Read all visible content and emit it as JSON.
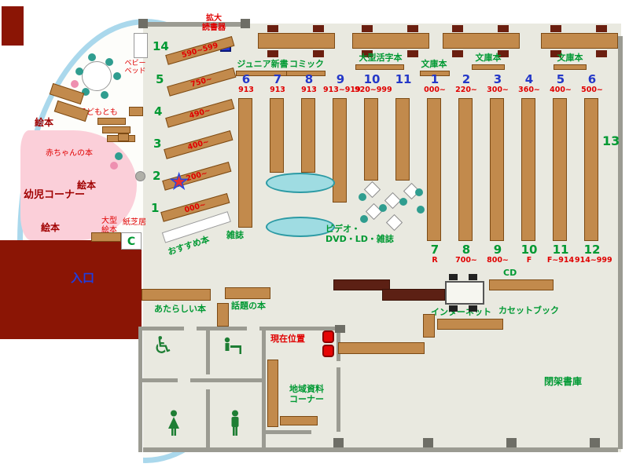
{
  "headers": [
    "ジュニア新書",
    "コミック",
    "大型活字本",
    "文庫本",
    "文庫本",
    "文庫本"
  ],
  "groupA": [
    {
      "no": "6",
      "range": "913"
    },
    {
      "no": "7",
      "range": "913"
    },
    {
      "no": "8",
      "range": "913"
    },
    {
      "no": "9",
      "range": "913~919"
    },
    {
      "no": "10",
      "range": "920~999"
    },
    {
      "no": "11",
      "range": ""
    }
  ],
  "groupB_top": [
    {
      "no": "1",
      "range": "000~"
    },
    {
      "no": "2",
      "range": "220~"
    },
    {
      "no": "3",
      "range": "300~"
    },
    {
      "no": "4",
      "range": "360~"
    },
    {
      "no": "5",
      "range": "400~"
    },
    {
      "no": "6",
      "range": "500~"
    }
  ],
  "groupB_bottom": [
    {
      "no": "7",
      "range": "R"
    },
    {
      "no": "8",
      "range": "700~"
    },
    {
      "no": "9",
      "range": "800~"
    },
    {
      "no": "10",
      "range": "F"
    },
    {
      "no": "11",
      "range": "F~914"
    },
    {
      "no": "12",
      "range": "914~999"
    }
  ],
  "diag": [
    {
      "no": "14",
      "range": "590~599"
    },
    {
      "no": "5",
      "range": "750~"
    },
    {
      "no": "4",
      "range": "490~"
    },
    {
      "no": "3",
      "range": "400~"
    },
    {
      "no": "2",
      "range": "200~"
    },
    {
      "no": "1",
      "range": "000~"
    }
  ],
  "labels": {
    "magazines": "雑誌",
    "video_line1": "ビデオ・",
    "video_line2": "DVD・LD・雑誌",
    "internet": "インターネット",
    "cd": "CD",
    "cassette": "カセットブック",
    "closed_stacks": "閉架書庫",
    "local_line1": "地域資料",
    "local_line2": "コーナー",
    "new_books": "あたらしい本",
    "topic_books": "話題の本",
    "current_location": "現在位置",
    "entrance": "入口",
    "recommended": "おすすめ本",
    "shelf13": "13",
    "magnifier_line1": "拡大",
    "magnifier_line2": "読書器"
  },
  "children": {
    "toddler_corner": "幼児コーナー",
    "picture_books": "絵本",
    "baby_books": "赤ちゃんの本",
    "kodomo": "子どもとも",
    "large_picture_line1": "大型",
    "large_picture_line2": "絵本",
    "kamishibai": "紙芝居",
    "baby_bed_line1": "ベビー",
    "baby_bed_line2": "ベッド",
    "copier": "C"
  },
  "icons": {
    "star": "★",
    "wheelchair": "♿"
  },
  "colors": {
    "wall_red": "#8b1505",
    "shelf_brown": "#c28a4c",
    "accent_blue": "#2438c8",
    "green": "#009933",
    "red": "#e00000",
    "dark_red_text": "#a00000",
    "pink": "#fbcfd9",
    "sofa_cyan": "#9fdce2",
    "curve_blue": "#aad8ec"
  }
}
